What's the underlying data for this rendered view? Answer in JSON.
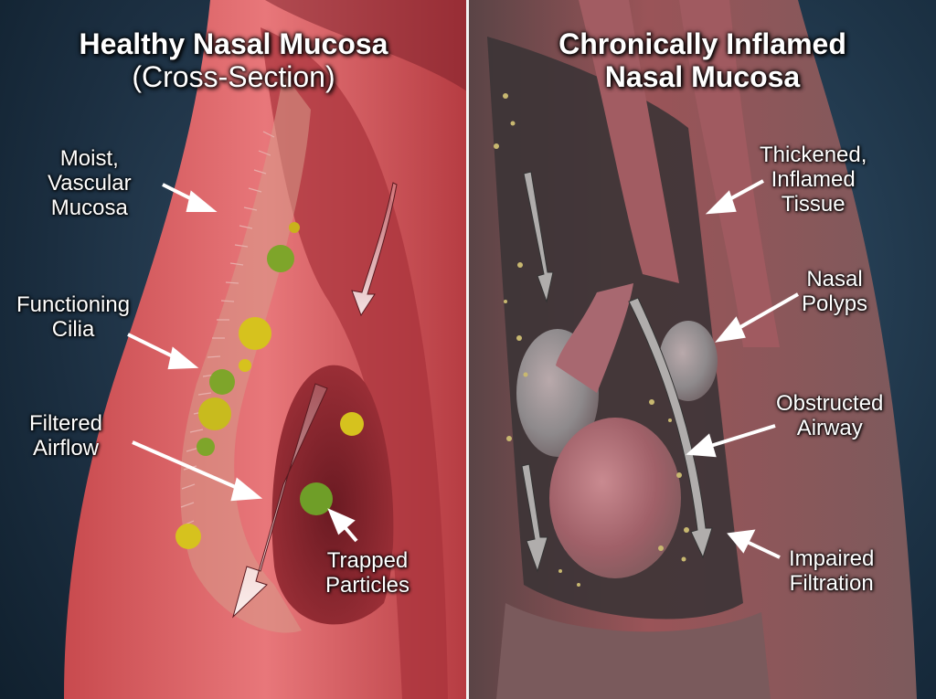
{
  "left_panel": {
    "title_line1": "Healthy Nasal Mucosa",
    "title_line2": "(Cross-Section)",
    "labels": [
      {
        "id": "moist-vascular-mucosa",
        "lines": [
          "Moist,",
          "Vascular",
          "Mucosa"
        ]
      },
      {
        "id": "functioning-cilia",
        "lines": [
          "Functioning",
          "Cilia"
        ]
      },
      {
        "id": "filtered-airflow",
        "lines": [
          "Filtered",
          "Airflow"
        ]
      },
      {
        "id": "trapped-particles",
        "lines": [
          "Trapped",
          "Particles"
        ]
      }
    ]
  },
  "right_panel": {
    "title_line1": "Chronically Inflamed",
    "title_line2": "Nasal Mucosa",
    "labels": [
      {
        "id": "thickened-inflamed-tissue",
        "lines": [
          "Thickened,",
          "Inflamed",
          "Tissue"
        ]
      },
      {
        "id": "nasal-polyps",
        "lines": [
          "Nasal",
          "Polyps"
        ]
      },
      {
        "id": "obstructed-airway",
        "lines": [
          "Obstructed",
          "Airway"
        ]
      },
      {
        "id": "impaired-filtration",
        "lines": [
          "Impaired",
          "Filtration"
        ]
      }
    ]
  },
  "colors": {
    "healthy_tissue": "#e06a6a",
    "healthy_tissue_dark": "#b33a3e",
    "inflamed_tissue": "#9a5458",
    "polyp_grey": "#8e8a8c",
    "pollen_yellow": "#d6c21e",
    "pollen_green": "#7ea52a",
    "background_blue": "#1d3346",
    "divider": "#f2f2f2"
  }
}
